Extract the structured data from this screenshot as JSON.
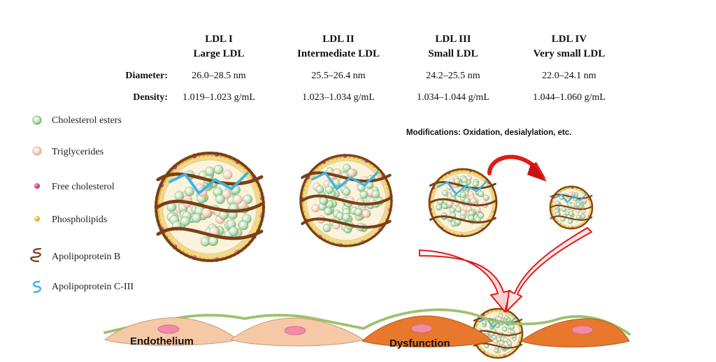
{
  "columns": [
    {
      "name": "LDL I",
      "subtitle": "Large LDL",
      "diameter": "26.0–28.5 nm",
      "density": "1.019–1.023 g/mL"
    },
    {
      "name": "LDL II",
      "subtitle": "Intermediate LDL",
      "diameter": "25.5–26.4 nm",
      "density": "1.023–1.034 g/mL"
    },
    {
      "name": "LDL III",
      "subtitle": "Small LDL",
      "diameter": "24.2–25.5 nm",
      "density": "1.034–1.044 g/mL"
    },
    {
      "name": "LDL IV",
      "subtitle": "Very small LDL",
      "diameter": "22.0–24.1 nm",
      "density": "1.044–1.060 g/mL"
    }
  ],
  "row_labels": {
    "diameter": "Diameter:",
    "density": "Density:"
  },
  "legend": [
    {
      "label": "Cholesterol esters",
      "icon": "green-sphere-icon"
    },
    {
      "label": "Triglycerides",
      "icon": "peach-sphere-icon"
    },
    {
      "label": "Free cholesterol",
      "icon": "magenta-dot-icon"
    },
    {
      "label": "Phospholipids",
      "icon": "yellow-dot-icon"
    },
    {
      "label": "Apolipoprotein B",
      "icon": "brown-coil-icon"
    },
    {
      "label": "Apolipoprotein C-III",
      "icon": "blue-wave-icon"
    }
  ],
  "modifications": "Modifications: Oxidation, desialylation, etc.",
  "endothelium_label": "Endothelium",
  "dysfunction_label": "Dysfunction",
  "colors": {
    "cholesterol_ester": "#c8e6c0",
    "triglyceride": "#f6d7c4",
    "free_cholesterol": "#d6337f",
    "phospholipid": "#f2bf1d",
    "apob": "#7a3f17",
    "apoc3": "#3fb2e0",
    "arrow": "#e01a1a",
    "cell_healthy": "#f6c9a6",
    "cell_dysfunction": "#e8782c",
    "nucleus": "#f28aa8",
    "glycocalyx": "#9cc26b"
  }
}
